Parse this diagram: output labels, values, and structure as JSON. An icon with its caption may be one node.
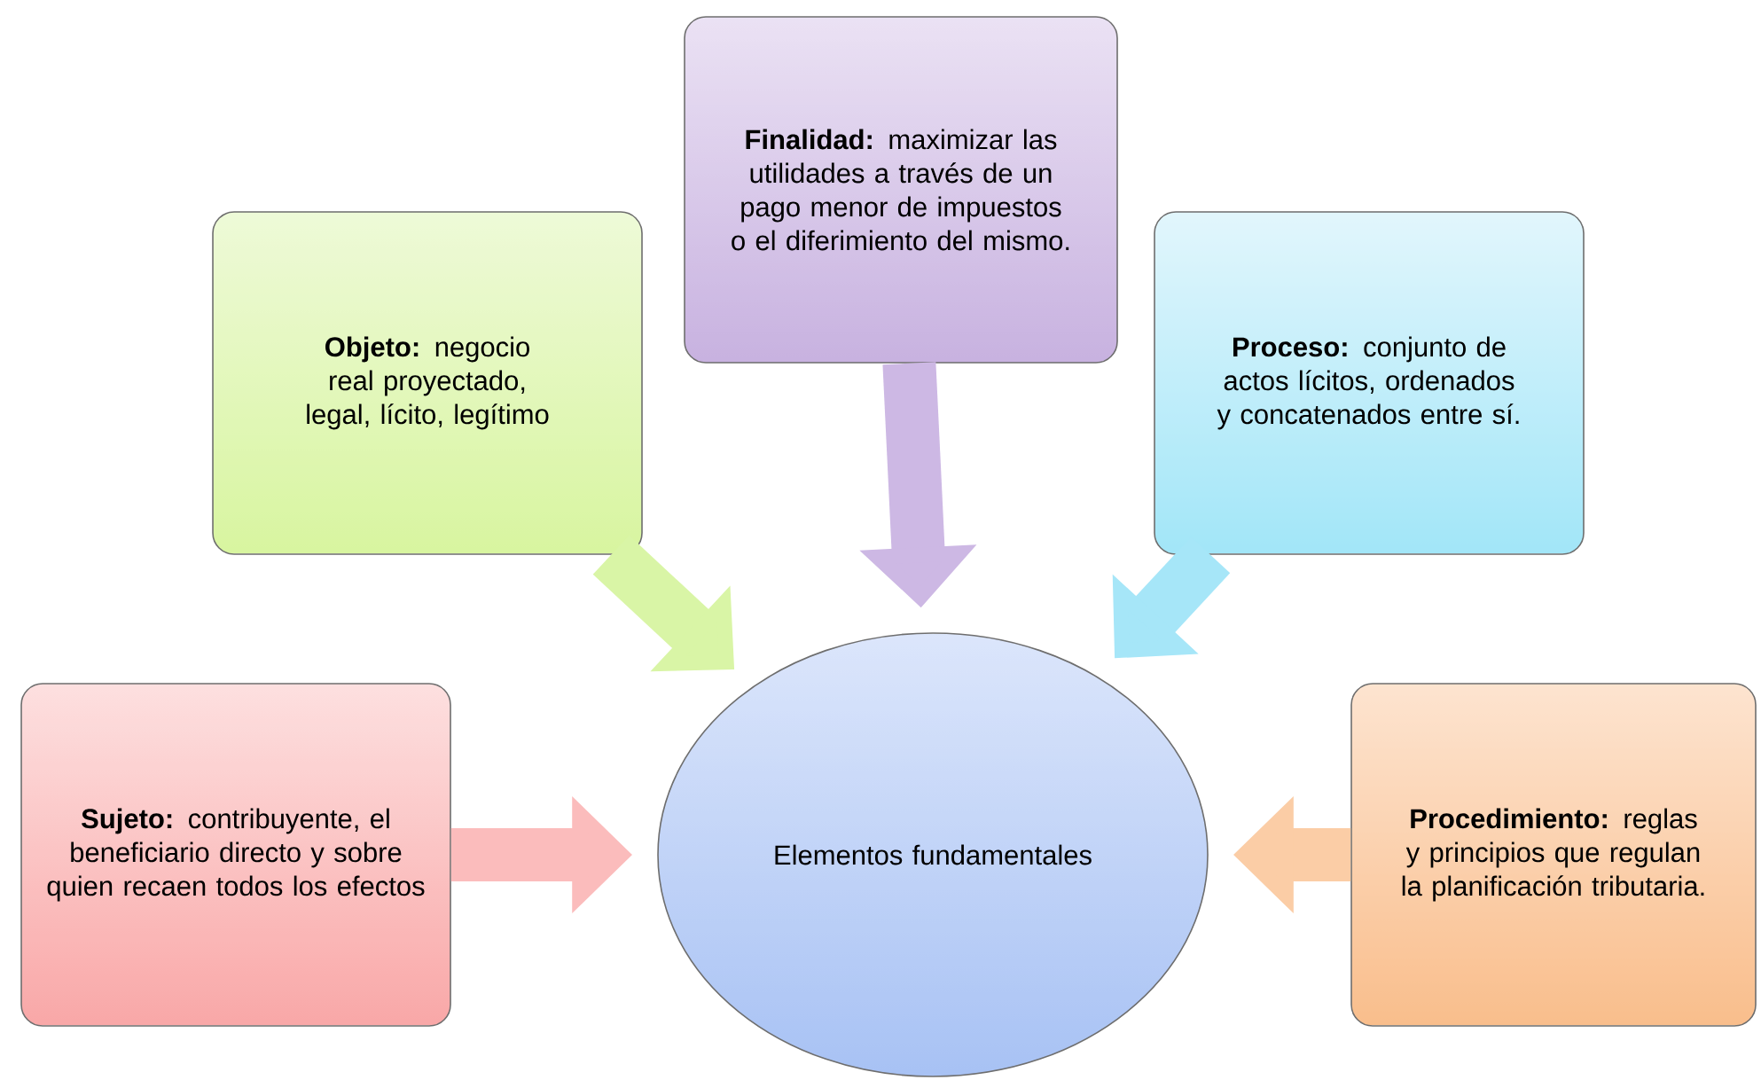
{
  "diagram": {
    "nodes": [
      {
        "text": [
          "**Finalidad:** maximizar las utilidades a través de un pago menor de impuestos o el diferimiento del mismo."
        ]
      },
      {
        "text": [
          "**Objeto:** negocio real proyectado, legal, lícito, legítimo"
        ]
      },
      {
        "text": [
          "**Proceso:** conjunto de actos lícitos, ordenados y concatenados entre sí."
        ]
      },
      {
        "text": [
          "**Sujeto:** contribuyente, el beneficiario directo y sobre quien recaen todos los efectos"
        ]
      },
      {
        "text": [
          "Elementos fundamentales"
        ]
      },
      {
        "text": [
          "**Procedimiento:** reglas y principios que regulan la planificación tributaria."
        ]
      }
    ],
    "edges": [
      {
        "from": 0,
        "to": 4,
        "arrow": "to",
        "color": "#cdb8e4"
      },
      {
        "from": 1,
        "to": 4,
        "arrow": "to",
        "color": "#d9f5a6"
      },
      {
        "from": 2,
        "to": 4,
        "arrow": "to",
        "color": "#a6e6f8"
      },
      {
        "from": 3,
        "to": 4,
        "arrow": "to",
        "color": "#fbbcbc"
      },
      {
        "from": 5,
        "to": 4,
        "arrow": "to",
        "color": "#fbcda6"
      }
    ]
  }
}
